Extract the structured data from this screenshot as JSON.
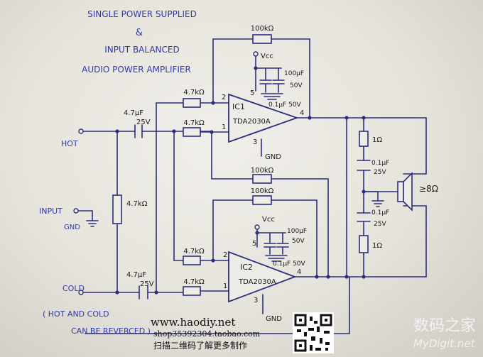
{
  "title_lines": [
    "SINGLE POWER SUPPLIED",
    "&",
    "INPUT BALANCED",
    "AUDIO POWER AMPLIFIER"
  ],
  "inputs": {
    "hot": "HOT",
    "input": "INPUT",
    "gnd": "GND",
    "cold": "COLD"
  },
  "note_lines": [
    "( HOT AND COLD",
    "CAN BE REVERCED )"
  ],
  "ic1": {
    "name": "IC1",
    "part": "TDA2030A",
    "pin_minus": "2",
    "pin_plus": "1",
    "pin_vcc": "5",
    "pin_gnd": "3",
    "pin_out": "4",
    "vcc": "Vcc",
    "gnd": "GND"
  },
  "ic2": {
    "name": "IC2",
    "part": "TDA2030A",
    "pin_minus": "2",
    "pin_plus": "1",
    "pin_vcc": "5",
    "pin_gnd": "3",
    "pin_out": "4",
    "vcc": "Vcc",
    "gnd": "GND"
  },
  "components": {
    "fb1": "100kΩ",
    "fb2": "100kΩ",
    "fb3": "100kΩ",
    "r_in1a": "4.7kΩ",
    "r_in1b": "4.7kΩ",
    "r_in2a": "4.7kΩ",
    "r_in2b": "4.7kΩ",
    "r_input": "4.7kΩ",
    "c_in1_a": "4.7µF",
    "c_in1_b": "25V",
    "c_in2_a": "4.7µF",
    "c_in2_b": "25V",
    "dec1_a": "100µF",
    "dec1_b": "50V",
    "dec1_c": "0.1µF 50V",
    "dec2_a": "100µF",
    "dec2_b": "50V",
    "dec2_c": "0.1µF 50V",
    "zob_r1": "1Ω",
    "zob_c1_a": "0.1µF",
    "zob_c1_b": "25V",
    "zob_c2_a": "0.1µF",
    "zob_c2_b": "25V",
    "zob_r2": "1Ω",
    "speaker": "≥8Ω"
  },
  "watermarks": {
    "site": "www.haodiy.net",
    "shop": "shop35392304.taobao.com",
    "scan": "扫描二维码了解更多制作",
    "brand_cn": "数码之家",
    "brand_en": "MyDigit.net"
  }
}
